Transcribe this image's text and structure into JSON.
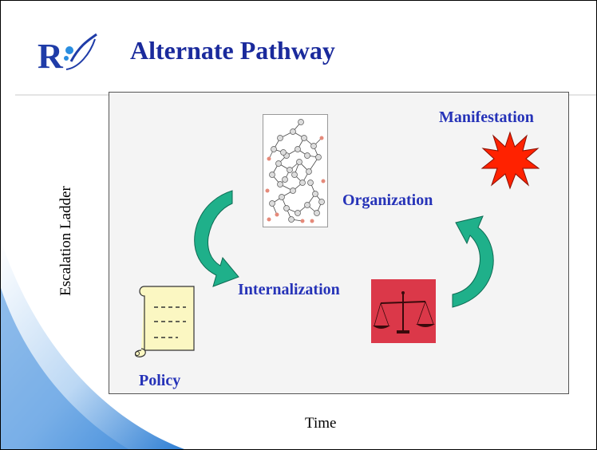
{
  "slide": {
    "title": "Alternate Pathway",
    "y_axis_label": "Escalation Ladder",
    "x_axis_label": "Time"
  },
  "stages": {
    "policy": "Policy",
    "internalization": "Internalization",
    "organization": "Organization",
    "manifestation": "Manifestation"
  },
  "icons": {
    "logo": "rid-logo",
    "policy": "scroll-icon",
    "organization": "network-graph-icon",
    "internalization": "scales-of-justice-icon",
    "manifestation": "explosion-star-icon",
    "arrows": "curved-arrow-icon"
  },
  "colors": {
    "title": "#1a2a9c",
    "stage_label": "#2633b8",
    "arrow": "#1fb08a",
    "explosion": "#ff2200",
    "scales_bg": "#d8283a",
    "scroll": "#fbf7c2",
    "diagram_bg": "#f4f4f4",
    "swoosh": "#2f7fd4"
  }
}
